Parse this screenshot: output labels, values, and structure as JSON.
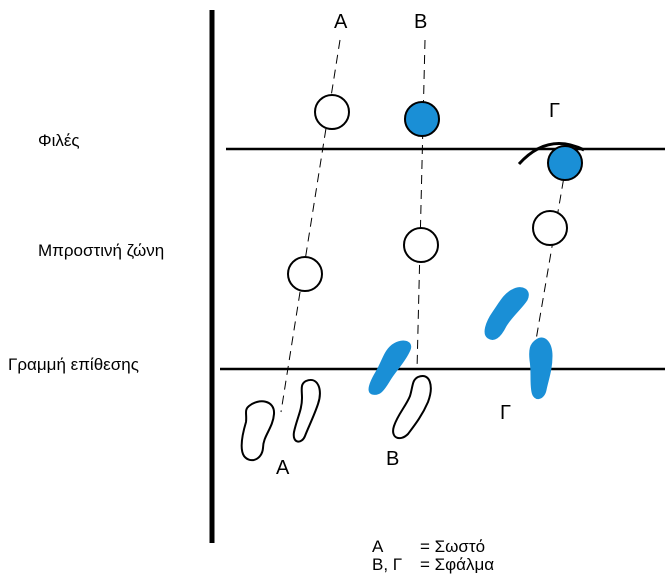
{
  "zones": {
    "net": "Φιλές",
    "front_zone": "Μπροστινή ζώνη",
    "attack_line": "Γραμμή επίθεσης"
  },
  "columns": {
    "a_top": "A",
    "b_top": "B",
    "c_top": "Γ",
    "a_bottom": "A",
    "b_bottom": "B",
    "c_bottom": "Γ"
  },
  "legend": [
    {
      "key": "A",
      "value": "= Σωστό"
    },
    {
      "key": "B, Γ",
      "value": "= Σφάλμα"
    }
  ],
  "colors": {
    "foul": "#1a8fd6",
    "line": "#000000",
    "ball_ok": "#ffffff"
  }
}
